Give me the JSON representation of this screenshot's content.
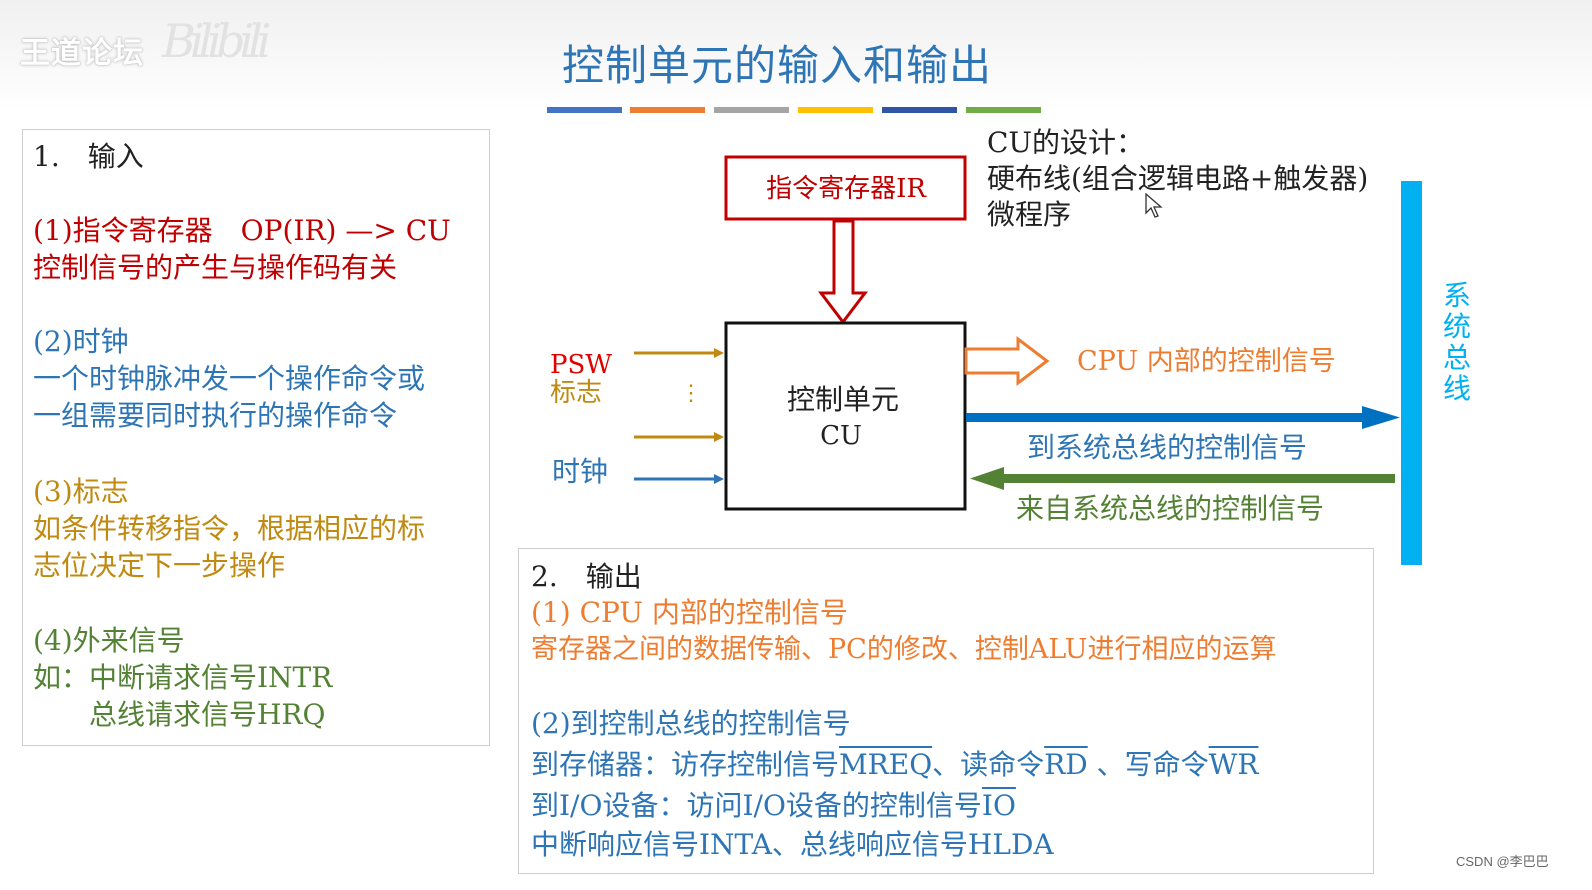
{
  "header": {
    "logo_text": "王道论坛",
    "logo_signature": "Bilibili",
    "title": "控制单元的输入和输出"
  },
  "title_stripe_colors": [
    "#4472c4",
    "#ed7d31",
    "#a5a5a5",
    "#ffc000",
    "#2f55a4",
    "#70ad47"
  ],
  "input_panel": {
    "heading": "1.　输入",
    "item1": {
      "title": "(1)指令寄存器　OP(IR) —> CU",
      "desc": "控制信号的产生与操作码有关"
    },
    "item2": {
      "title": "(2)时钟",
      "desc_line1": "一个时钟脉冲发一个操作命令或",
      "desc_line2": "一组需要同时执行的操作命令"
    },
    "item3": {
      "title": "(3)标志",
      "desc_line1": "如条件转移指令，根据相应的标",
      "desc_line2": "志位决定下一步操作"
    },
    "item4": {
      "title": "(4)外来信号",
      "desc_line1": "如：中断请求信号INTR",
      "desc_line2": "　　总线请求信号HRQ"
    }
  },
  "cu_design": {
    "heading": "CU的设计：",
    "line1": "硬布线(组合逻辑电路+触发器)",
    "line2": "微程序"
  },
  "diagram": {
    "ir_label": "指令寄存器IR",
    "cu_label_line1": "控制单元",
    "cu_label_line2": "CU",
    "psw_label": "PSW",
    "flag_label": "标志",
    "dots": "⋮",
    "clock_label": "时钟",
    "cpu_internal_label": "CPU 内部的控制信号",
    "to_bus_label": "到系统总线的控制信号",
    "from_bus_label": "来自系统总线的控制信号",
    "bus_label": [
      "系",
      "统",
      "总",
      "线"
    ]
  },
  "output_panel": {
    "heading": "2.　输出",
    "item1": {
      "title": "(1) CPU 内部的控制信号",
      "desc": "寄存器之间的数据传输、PC的修改、控制ALU进行相应的运算"
    },
    "item2": {
      "title": "(2)到控制总线的控制信号",
      "mem_prefix": "到存储器：访存控制信号",
      "mreq": "MREQ",
      "read_prefix": "、读命令",
      "rd": "RD",
      "write_prefix": " 、写命令",
      "wr": "WR",
      "io_prefix": "到I/O设备：访问I/O设备的控制信号",
      "io": "IO",
      "ack_line": "中断响应信号INTA、总线响应信号HLDA"
    }
  },
  "watermark": "CSDN @李巴巴"
}
